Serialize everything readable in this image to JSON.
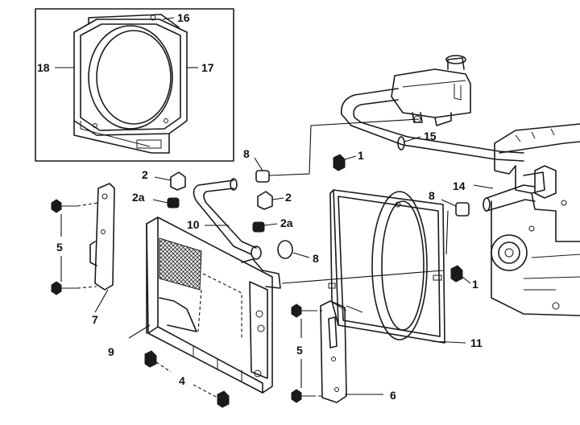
{
  "callouts": {
    "c1a": "1",
    "c1b": "1",
    "c2a": "2",
    "c2b": "2",
    "c2a_a": "2a",
    "c2a_b": "2a",
    "c4": "4",
    "c5a": "5",
    "c5b": "5",
    "c6": "6",
    "c7": "7",
    "c8a": "8",
    "c8b": "8",
    "c8c": "8",
    "c9": "9",
    "c10": "10",
    "c11": "11",
    "c14": "14",
    "c15": "15",
    "c16": "16",
    "c17": "17",
    "c18": "18"
  }
}
